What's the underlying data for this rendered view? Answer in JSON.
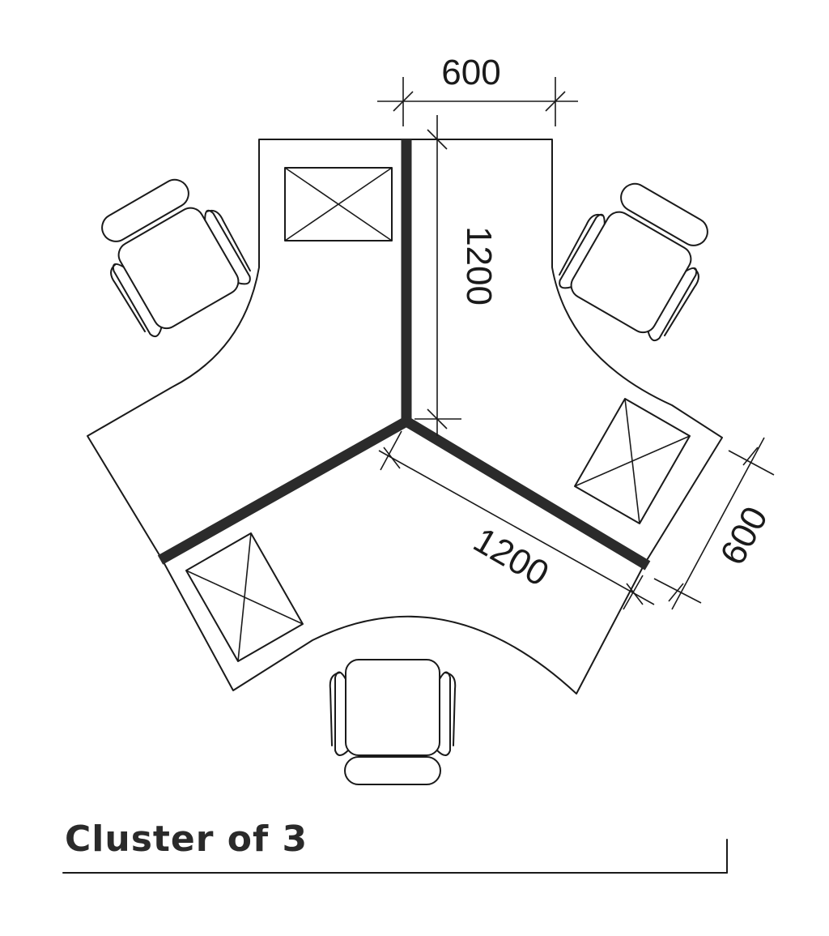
{
  "title": "Cluster of 3",
  "dimensions": {
    "top_width": "600",
    "top_depth": "1200",
    "right_depth": "1200",
    "right_width": "600"
  }
}
